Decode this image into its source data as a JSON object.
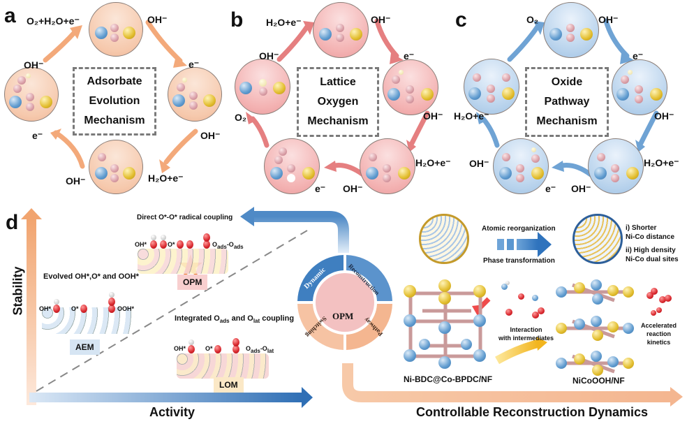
{
  "panels": {
    "a": {
      "letter": "a",
      "mechanism_lines": [
        "Adsorbate",
        "Evolution",
        "Mechanism"
      ],
      "labels": {
        "top_left": "O₂+H₂O+e⁻",
        "top_right": "OH⁻",
        "right_top": "e⁻",
        "right_bottom": "OH⁻",
        "bottom_right": "H₂O+e⁻",
        "bottom_left": "OH⁻",
        "left_bottom": "e⁻",
        "left_top": "OH⁻"
      },
      "arrow_color": "#f3a97a",
      "sphere_color": "#f6c9ad"
    },
    "b": {
      "letter": "b",
      "mechanism_lines": [
        "Lattice",
        "Oxygen",
        "Mechanism"
      ],
      "labels": {
        "top_left": "H₂O+e⁻",
        "top_right": "OH⁻",
        "right_top": "e⁻",
        "right_mid": "OH⁻",
        "right_bottom": "H₂O+e⁻",
        "bottom_mid": "OH⁻",
        "bottom_left": "e⁻",
        "left_bottom": "O₂",
        "left_top": "OH⁻"
      },
      "arrow_color": "#e57f80",
      "sphere_color": "#f3b1b1"
    },
    "c": {
      "letter": "c",
      "mechanism_lines": [
        "Oxide",
        "Pathway",
        "Mechanism"
      ],
      "labels": {
        "top_left": "O₂",
        "top_right": "OH⁻",
        "right_top": "e⁻",
        "right_mid": "OH⁻",
        "right_bottom": "H₂O+e⁻",
        "bottom_mid": "OH⁻",
        "bottom_left": "e⁻",
        "left_bottom_oh": "OH⁻",
        "left_mid": "H₂O+e⁻"
      },
      "arrow_color": "#6fa3d4",
      "sphere_color": "#b7d2ec"
    },
    "d": {
      "letter": "d",
      "y_axis": "Stability",
      "x_axis": "Activity",
      "aem": {
        "title": "Evolved OH*,O* and OOH*",
        "species": [
          "OH*",
          "O*",
          "OOH*"
        ],
        "tag": "AEM"
      },
      "opm": {
        "title": "Direct O*-O* radical coupling",
        "species": [
          "OH*",
          "O*",
          "O",
          "ads",
          "-O",
          "ads"
        ],
        "tag": "OPM"
      },
      "lom": {
        "title_parts": [
          "Integrated O",
          "ads",
          " and O",
          "lat",
          " coupling"
        ],
        "species": [
          "OH*",
          "O*",
          "O",
          "ads",
          "-O",
          "lat"
        ],
        "tag": "LOM"
      },
      "wheel": {
        "segments": [
          "Dynamic",
          "Reconstruction",
          "Pathway",
          "Switching"
        ],
        "center": "OPM"
      },
      "reconstruction": {
        "step_top": "Atomic reorganization",
        "step_bottom": "Phase transformation",
        "features": [
          "i) Shorter",
          "Ni-Co distance",
          "ii) High density",
          "Ni-Co dual sites"
        ],
        "interaction": [
          "Interaction",
          "with intermediates"
        ],
        "kinetics": [
          "Accelerated",
          "reaction",
          "kinetics"
        ],
        "precursor": "Ni-BDC@Co-BPDC/NF",
        "product": "NiCoOOH/NF",
        "footer": "Controllable Reconstruction Dynamics"
      }
    }
  },
  "colors": {
    "orange_arrow": "#f3a97a",
    "red_arrow": "#e57f80",
    "blue_arrow": "#6fa3d4",
    "dashed": "#7a7a7a",
    "activity_arrow": "#2f6fb5",
    "star": "#ec7a2b"
  }
}
